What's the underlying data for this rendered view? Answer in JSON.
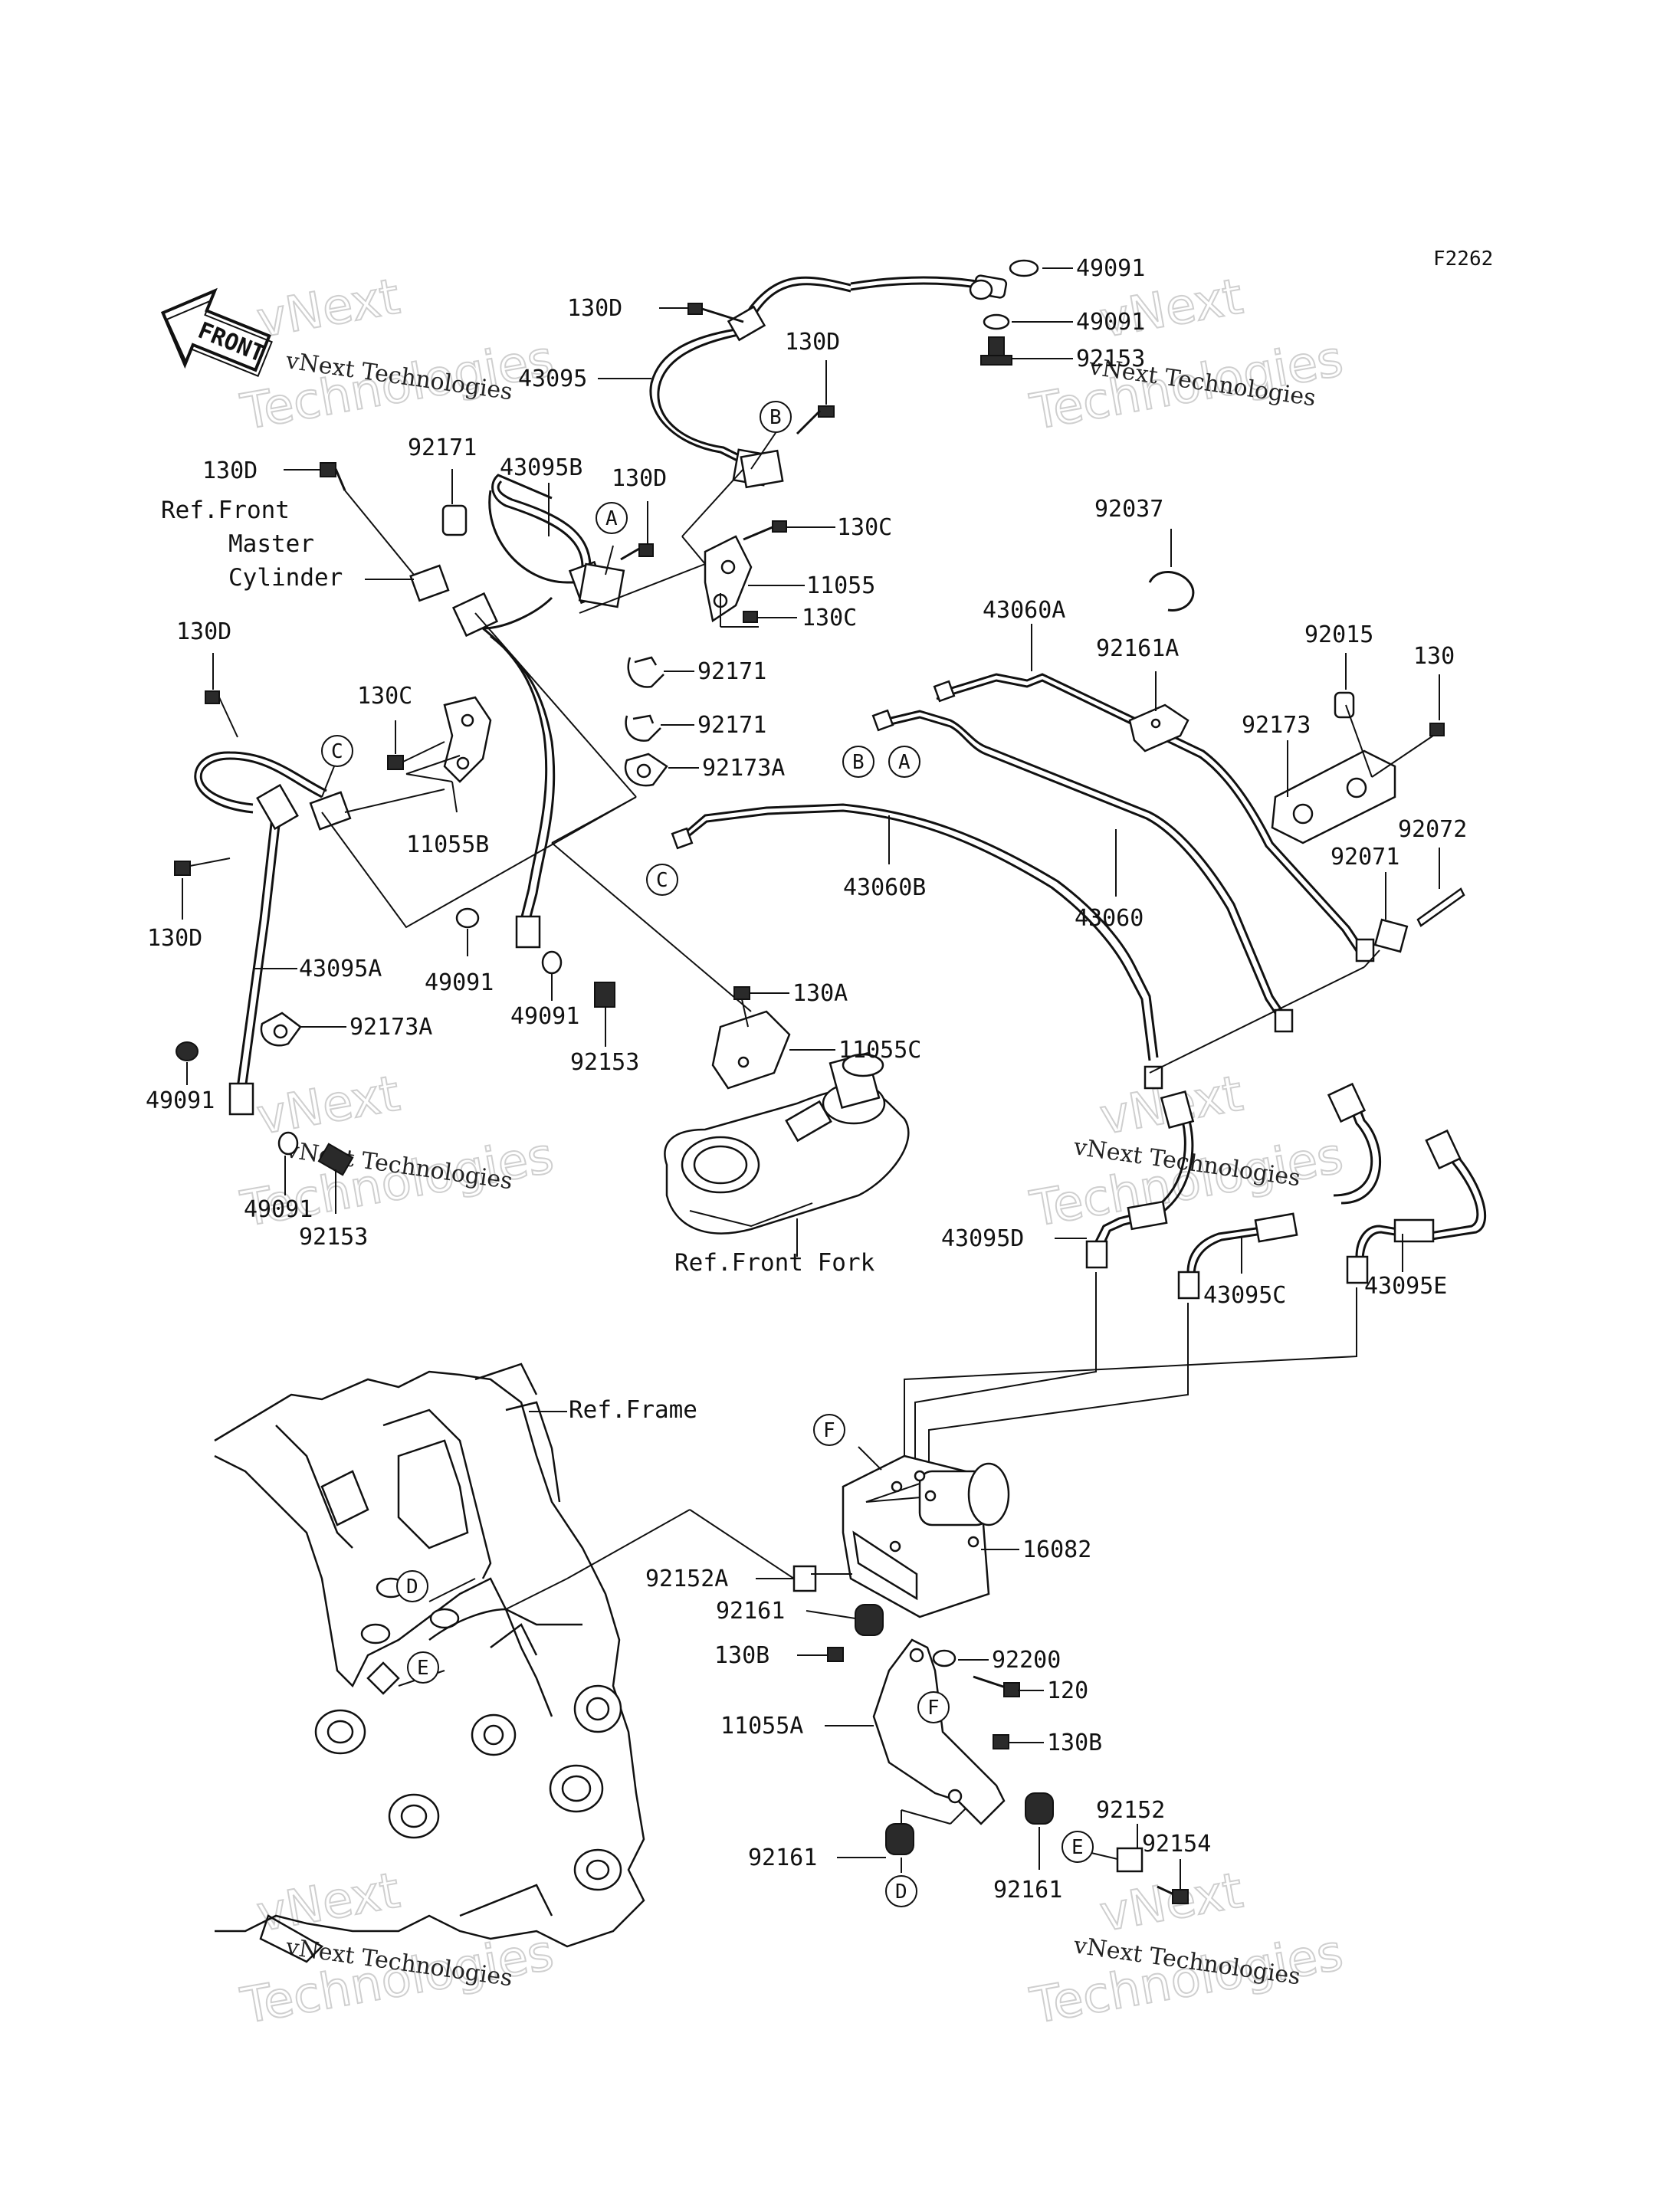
{
  "diagram_code": "F2262",
  "front_arrow": "FRONT",
  "watermark": {
    "line1": "vNext Technologies",
    "line2": "vNext",
    "line3": "Technologies"
  },
  "refs": {
    "front_master_cylinder": [
      "Ref.Front",
      "Master",
      "Cylinder"
    ],
    "front_fork": "Ref.Front Fork",
    "frame": "Ref.Frame"
  },
  "callouts": {
    "A": "A",
    "B": "B",
    "C": "C",
    "D": "D",
    "E": "E",
    "F": "F"
  },
  "parts": {
    "p49091a": "49091",
    "p49091b": "49091",
    "p130d_a": "130D",
    "p92153a": "92153",
    "p43095": "43095",
    "p130d_b": "130D",
    "p130d_c": "130D",
    "p92171a": "92171",
    "p43095b": "43095B",
    "p130d_d": "130D",
    "p130c_a": "130C",
    "p11055": "11055",
    "p130c_b": "130C",
    "p92037": "92037",
    "p43060a": "43060A",
    "p92161a": "92161A",
    "p92015": "92015",
    "p130": "130",
    "p92173": "92173",
    "p130d_e": "130D",
    "p130c_c": "130C",
    "p92171b": "92171",
    "p92171c": "92171",
    "p92173a": "92173A",
    "p11055b": "11055B",
    "p130d_f": "130D",
    "p43060b": "43060B",
    "p43060": "43060",
    "p92072": "92072",
    "p92071": "92071",
    "p43095a": "43095A",
    "p49091c": "49091",
    "p49091d": "49091",
    "p92153b": "92153",
    "p130a": "130A",
    "p11055c": "11055C",
    "p92173a_b": "92173A",
    "p49091e": "49091",
    "p49091f": "49091",
    "p92153c": "92153",
    "p43095d": "43095D",
    "p43095c": "43095C",
    "p43095e": "43095E",
    "p16082": "16082",
    "p92152a": "92152A",
    "p92161b": "92161",
    "p92200": "92200",
    "p130b_a": "130B",
    "p120": "120",
    "p11055a": "11055A",
    "p130b_b": "130B",
    "p92152": "92152",
    "p92154": "92154",
    "p92161c": "92161",
    "p92161d": "92161"
  }
}
